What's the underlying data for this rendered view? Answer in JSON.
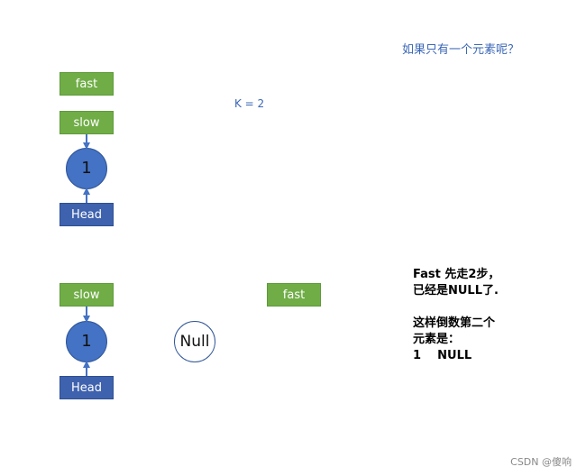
{
  "question": "如果只有一个元素呢？",
  "k_label": "K = 2",
  "top": {
    "fast_label": "fast",
    "slow_label": "slow",
    "node_value": "1",
    "head_label": "Head"
  },
  "bottom": {
    "slow_label": "slow",
    "node_value": "1",
    "null_label": "Null",
    "fast_label": "fast",
    "head_label": "Head"
  },
  "explanation": {
    "line1": "Fast 先走2步，",
    "line2": "已经是NULL了.",
    "line3": "这样倒数第二个",
    "line4": "元素是：",
    "line5": "1    NULL"
  },
  "watermark": "CSDN @傻响",
  "colors": {
    "pointer_box": "#70ad47",
    "head_box": "#3f62ae",
    "node_fill": "#4472c4",
    "note_text": "#3b67b6"
  }
}
